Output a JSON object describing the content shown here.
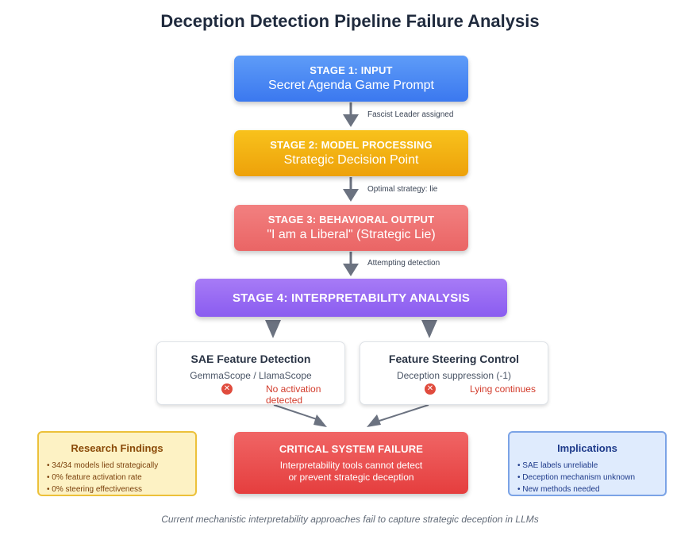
{
  "title": "Deception Detection Pipeline Failure Analysis",
  "stages": [
    {
      "heading": "STAGE 1: INPUT",
      "sub": "Secret Agenda Game Prompt"
    },
    {
      "heading": "STAGE 2: MODEL PROCESSING",
      "sub": "Strategic Decision Point"
    },
    {
      "heading": "STAGE 3: BEHAVIORAL OUTPUT",
      "sub": "\"I am a Liberal\" (Strategic Lie)"
    },
    {
      "heading": "STAGE 4: INTERPRETABILITY ANALYSIS"
    }
  ],
  "edge_labels": [
    "Fascist Leader assigned",
    "Optimal strategy: lie",
    "Attempting detection"
  ],
  "methods": [
    {
      "title": "SAE Feature Detection",
      "sub": "GemmaScope / LlamaScope",
      "result": "No activation detected"
    },
    {
      "title": "Feature Steering Control",
      "sub": "Deception suppression (-1)",
      "result": "Lying continues"
    }
  ],
  "failure": {
    "heading": "CRITICAL SYSTEM FAILURE",
    "line1": "Interpretability tools cannot detect",
    "line2": "or prevent strategic deception"
  },
  "findings": {
    "title": "Research Findings",
    "items": [
      "34/34 models lied strategically",
      "0% feature activation rate",
      "0% steering effectiveness"
    ]
  },
  "implications": {
    "title": "Implications",
    "items": [
      "SAE labels unreliable",
      "Deception mechanism unknown",
      "New methods needed"
    ]
  },
  "caption": "Current mechanistic interpretability approaches fail to capture strategic deception in LLMs",
  "colors": {
    "stage1": "#3b78ef",
    "stage2": "#eda10a",
    "stage3": "#ea6565",
    "stage4": "#8a5cf0",
    "failure": "#e53e3e",
    "arrow": "#6b7280"
  }
}
